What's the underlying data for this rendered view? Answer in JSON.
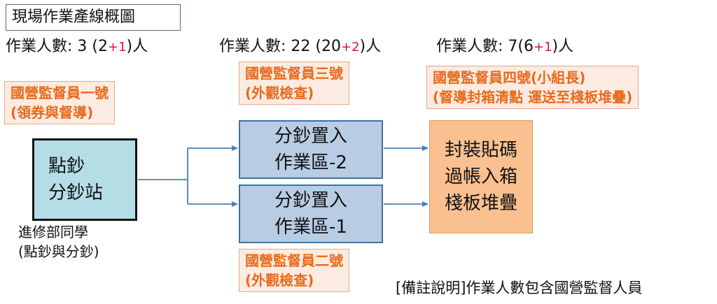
{
  "title": "現場作業產線概圖",
  "counts": [
    {
      "prefix": "作業人數: 3 (2",
      "extra": "+1",
      "suffix": ")人"
    },
    {
      "prefix": "作業人數: 22 (20",
      "extra": "+2",
      "suffix": ")人"
    },
    {
      "prefix": "作業人數: 7(6",
      "extra": "+1",
      "suffix": ")人"
    }
  ],
  "supervisors": {
    "s1": {
      "line1": "國營監督員一號",
      "line2": "(領券與督導)"
    },
    "s2": {
      "line1": "國營監督員二號",
      "line2": "(外觀檢查)"
    },
    "s3": {
      "line1": "國營監督員三號",
      "line2": "(外觀檢查)"
    },
    "s4": {
      "line1": "國營監督員四號(小組長)",
      "line2": "(督導封箱清點 運送至棧板堆疊)"
    }
  },
  "station": {
    "line1": "點鈔",
    "line2": "分鈔站"
  },
  "station_staff": {
    "line1": "進修部同學",
    "line2": "(點鈔與分鈔)"
  },
  "zone2": {
    "line1": "分鈔置入",
    "line2": "作業區-2"
  },
  "zone1": {
    "line1": "分鈔置入",
    "line2": "作業區-1"
  },
  "pack": {
    "line1": "封裝貼碼",
    "line2": "過帳入箱",
    "line3": "棧板堆疊"
  },
  "note": "[備註說明]作業人數包含國營監督人員",
  "colors": {
    "arrow": "#4a7ebb",
    "accent_orange": "#e86a1c",
    "extra_red": "#e0142a"
  }
}
